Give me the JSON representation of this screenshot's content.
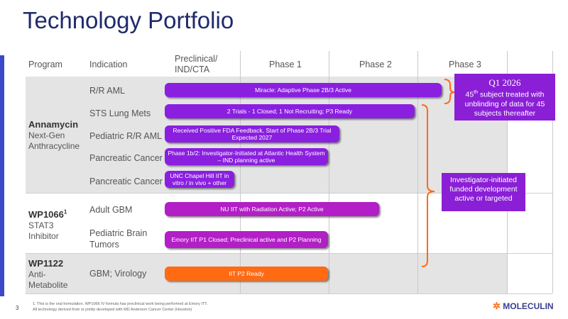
{
  "title": "Technology Portfolio",
  "headers": {
    "program": "Program",
    "indication": "Indication",
    "preclinical": "Preclinical/ IND/CTA",
    "phase1": "Phase 1",
    "phase2": "Phase 2",
    "phase3": "Phase 3"
  },
  "programs": [
    {
      "name": "Annamycin",
      "sub": "Next-Gen Anthracycline",
      "sup": ""
    },
    {
      "name": "WP1066",
      "sup": "1",
      "sub": "STAT3 Inhibitor"
    },
    {
      "name": "WP1122",
      "sup": "",
      "sub": "Anti-Metabolite"
    }
  ],
  "indications": [
    "R/R AML",
    "STS Lung Mets",
    "Pediatric R/R AML",
    "Pancreatic Cancer",
    "Pancreatic Cancer",
    "Adult GBM",
    "Pediatric Brain Tumors",
    "GBM; Virology"
  ],
  "bars": [
    {
      "label": "Miracle: Adaptive Phase 2B/3 Active"
    },
    {
      "label": "2 Trials - 1 Closed; 1 Not Recruiting; P3 Ready"
    },
    {
      "label": "Received Positive FDA Feedback, Start of Phase 2B/3 Trial Expected 2027"
    },
    {
      "label": "Phase 1b/2: Investigator-Initiated at Atlantic Health System – IND planning active"
    },
    {
      "label": "UNC Chapel Hill IIT in vitro / in vivo + other"
    },
    {
      "label": "NU IIT with Radiation Active; P2 Active"
    },
    {
      "label": "Emory IIT P1 Closed; Preclinical active and P2 Planning"
    },
    {
      "label": "IIT P2 Ready"
    }
  ],
  "callouts": {
    "q1": {
      "title": "Q1 2026",
      "sup": "th",
      "num": "45",
      "line1": " subject treated with",
      "line2": "unblinding of data for 45",
      "line3": "subjects thereafter"
    },
    "iit": {
      "text": "Investigator-initiated funded development active or targeted"
    }
  },
  "colors": {
    "purple": "#8a1fe0",
    "magenta": "#b21fc6",
    "orange": "#ff6a13",
    "callout": "#8a1fd6",
    "bracket": "#ff6a13"
  },
  "footnotes": {
    "line1": "1. This is the oral formulation. WP1066 IV formula has preclinical work being performed at Emory ITT.",
    "line2": "All technology derived from or jointly developed with MD Anderson Cancer Center (Houston)"
  },
  "page_number": "3",
  "logo_text": "MOLECULIN"
}
